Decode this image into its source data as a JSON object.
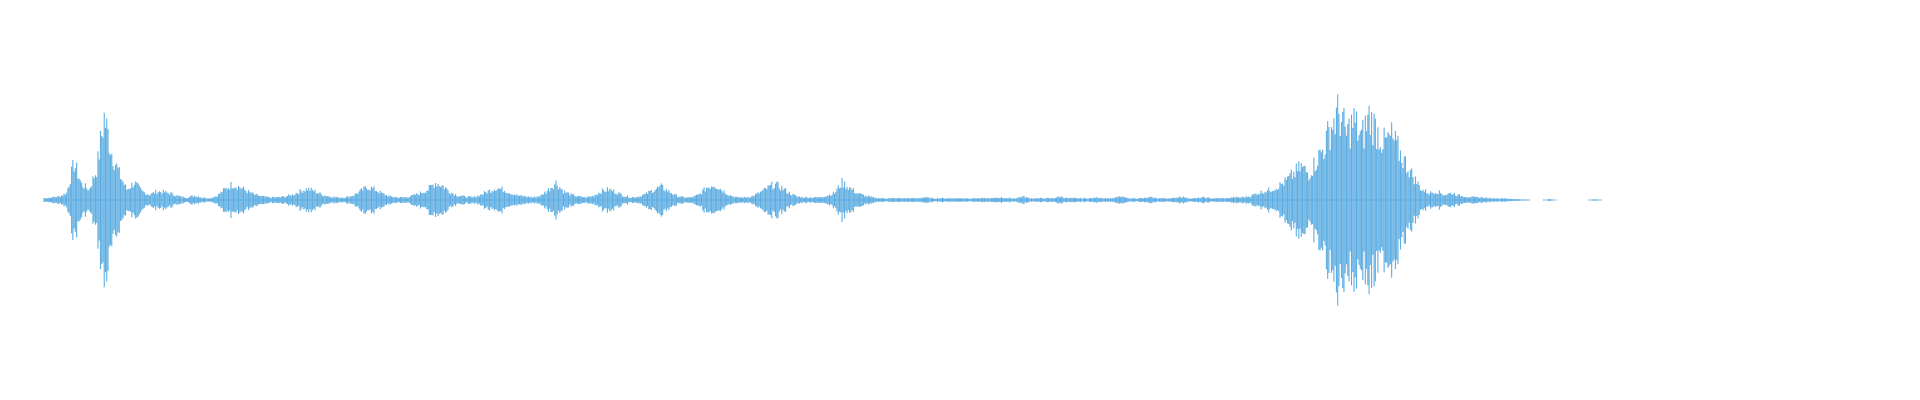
{
  "waveform": {
    "color": "#5dade2",
    "background": "#ffffff",
    "peaks": [
      0.02,
      0.03,
      0.04,
      0.08,
      0.42,
      0.18,
      0.12,
      0.35,
      0.95,
      0.55,
      0.3,
      0.12,
      0.2,
      0.1,
      0.06,
      0.1,
      0.09,
      0.07,
      0.04,
      0.03,
      0.05,
      0.03,
      0.02,
      0.05,
      0.12,
      0.18,
      0.15,
      0.1,
      0.06,
      0.04,
      0.03,
      0.03,
      0.04,
      0.06,
      0.1,
      0.13,
      0.1,
      0.06,
      0.04,
      0.03,
      0.03,
      0.05,
      0.1,
      0.15,
      0.12,
      0.07,
      0.04,
      0.03,
      0.03,
      0.05,
      0.08,
      0.12,
      0.2,
      0.16,
      0.09,
      0.05,
      0.04,
      0.03,
      0.06,
      0.1,
      0.14,
      0.12,
      0.08,
      0.05,
      0.04,
      0.03,
      0.05,
      0.12,
      0.2,
      0.1,
      0.06,
      0.04,
      0.03,
      0.05,
      0.1,
      0.12,
      0.09,
      0.05,
      0.03,
      0.04,
      0.07,
      0.12,
      0.15,
      0.1,
      0.05,
      0.03,
      0.03,
      0.06,
      0.14,
      0.18,
      0.12,
      0.06,
      0.03,
      0.03,
      0.04,
      0.08,
      0.13,
      0.18,
      0.14,
      0.08,
      0.04,
      0.03,
      0.03,
      0.03,
      0.05,
      0.08,
      0.2,
      0.14,
      0.08,
      0.05,
      0.03,
      0.02,
      0.02,
      0.02,
      0.02,
      0.02,
      0.02,
      0.03,
      0.02,
      0.02,
      0.02,
      0.02,
      0.02,
      0.02,
      0.02,
      0.02,
      0.02,
      0.03,
      0.02,
      0.02,
      0.04,
      0.02,
      0.02,
      0.02,
      0.02,
      0.04,
      0.02,
      0.02,
      0.02,
      0.02,
      0.03,
      0.02,
      0.02,
      0.04,
      0.02,
      0.02,
      0.02,
      0.03,
      0.02,
      0.02,
      0.02,
      0.04,
      0.02,
      0.02,
      0.03,
      0.02,
      0.02,
      0.02,
      0.03,
      0.03,
      0.04,
      0.07,
      0.1,
      0.12,
      0.16,
      0.22,
      0.3,
      0.38,
      0.3,
      0.45,
      0.6,
      0.85,
      1.0,
      0.75,
      0.9,
      0.7,
      0.95,
      0.8,
      0.65,
      0.72,
      0.55,
      0.4,
      0.25,
      0.12,
      0.08,
      0.1,
      0.06,
      0.08,
      0.05,
      0.04,
      0.03,
      0.03,
      0.02,
      0.02,
      0.02,
      0.01,
      0.01,
      0.0,
      0.0,
      0.0,
      0.01,
      0.0,
      0.0,
      0.0,
      0.0,
      0.0,
      0.01,
      0.0
    ]
  }
}
